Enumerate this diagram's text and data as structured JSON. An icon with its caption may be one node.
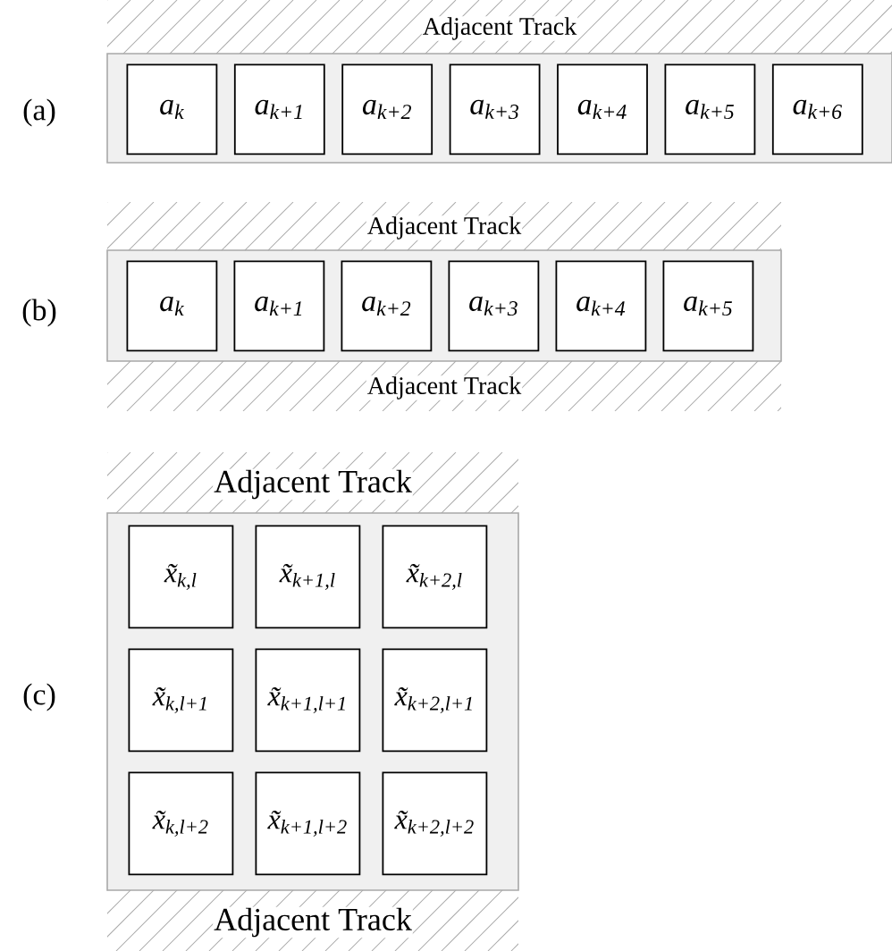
{
  "diagram": {
    "nodes": [
      {
        "text": [
          "Adjacent Track"
        ]
      },
      {
        "text": [],
        "shape": "band"
      },
      {
        "text": [
          "a$_{k}$"
        ],
        "in": 1
      },
      {
        "text": [
          "a$_{k+1}$"
        ],
        "in": 1
      },
      {
        "text": [
          "a$_{k+2}$"
        ],
        "in": 1
      },
      {
        "text": [
          "a$_{k+3}$"
        ],
        "in": 1
      },
      {
        "text": [
          "a$_{k+4}$"
        ],
        "in": 1
      },
      {
        "text": [
          "a$_{k+5}$"
        ],
        "in": 1
      },
      {
        "text": [
          "a$_{k+6}$"
        ],
        "in": 1
      },
      {
        "text": [
          "Adjacent Track"
        ]
      },
      {
        "text": [],
        "shape": "band"
      },
      {
        "text": [
          "a$_{k}$"
        ],
        "in": 10
      },
      {
        "text": [
          "a$_{k+1}$"
        ],
        "in": 10
      },
      {
        "text": [
          "a$_{k+2}$"
        ],
        "in": 10
      },
      {
        "text": [
          "a$_{k+3}$"
        ],
        "in": 10
      },
      {
        "text": [
          "a$_{k+4}$"
        ],
        "in": 10
      },
      {
        "text": [
          "a$_{k+5}$"
        ],
        "in": 10
      },
      {
        "text": [
          "Adjacent Track"
        ]
      },
      {
        "text": [
          "Adjacent Track"
        ]
      },
      {
        "text": [],
        "shape": "band"
      },
      {
        "text": [
          "x̃$_{k,l}$"
        ],
        "in": 19
      },
      {
        "text": [
          "x̃$_{k+1,l}$"
        ],
        "in": 19
      },
      {
        "text": [
          "x̃$_{k+2,l}$"
        ],
        "in": 19
      },
      {
        "text": [
          "x̃$_{k,l+1}$"
        ],
        "in": 19
      },
      {
        "text": [
          "x̃$_{k+1,l+1}$"
        ],
        "in": 19
      },
      {
        "text": [
          "x̃$_{k+2,l+1}$"
        ],
        "in": 19
      },
      {
        "text": [
          "x̃$_{k,l+2}$"
        ],
        "in": 19
      },
      {
        "text": [
          "x̃$_{k+1,l+2}$"
        ],
        "in": 19
      },
      {
        "text": [
          "x̃$_{k+2,l+2}$"
        ],
        "in": 19
      },
      {
        "text": [
          "Adjacent Track"
        ]
      }
    ],
    "labels": [
      "(a)",
      "(b)",
      "(c)"
    ]
  }
}
